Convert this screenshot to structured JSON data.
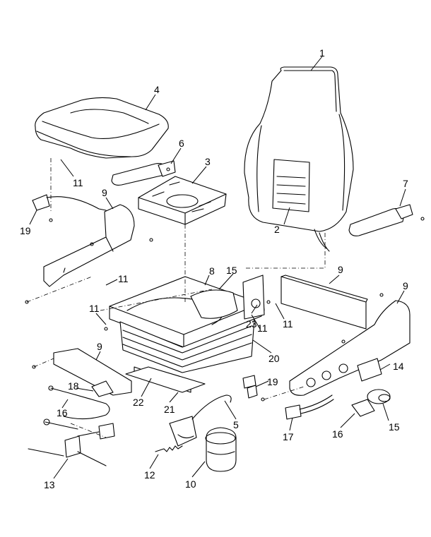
{
  "callouts": [
    {
      "id": "c1",
      "text": "1"
    },
    {
      "id": "c2",
      "text": "2"
    },
    {
      "id": "c3",
      "text": "3"
    },
    {
      "id": "c4",
      "text": "4"
    },
    {
      "id": "c5",
      "text": "5"
    },
    {
      "id": "c6",
      "text": "6"
    },
    {
      "id": "c7",
      "text": "7"
    },
    {
      "id": "c8",
      "text": "8"
    },
    {
      "id": "c9a",
      "text": "9"
    },
    {
      "id": "c9b",
      "text": "9"
    },
    {
      "id": "c9c",
      "text": "9"
    },
    {
      "id": "c9d",
      "text": "9"
    },
    {
      "id": "c10",
      "text": "10"
    },
    {
      "id": "c11a",
      "text": "11"
    },
    {
      "id": "c11b",
      "text": "11"
    },
    {
      "id": "c11c",
      "text": "11"
    },
    {
      "id": "c11d",
      "text": "11"
    },
    {
      "id": "c11e",
      "text": "11"
    },
    {
      "id": "c12",
      "text": "12"
    },
    {
      "id": "c13",
      "text": "13"
    },
    {
      "id": "c14",
      "text": "14"
    },
    {
      "id": "c15a",
      "text": "15"
    },
    {
      "id": "c15b",
      "text": "15"
    },
    {
      "id": "c16a",
      "text": "16"
    },
    {
      "id": "c16b",
      "text": "16"
    },
    {
      "id": "c17",
      "text": "17"
    },
    {
      "id": "c18",
      "text": "18"
    },
    {
      "id": "c19a",
      "text": "19"
    },
    {
      "id": "c19b",
      "text": "19"
    },
    {
      "id": "c20",
      "text": "20"
    },
    {
      "id": "c21",
      "text": "21"
    },
    {
      "id": "c22",
      "text": "22"
    },
    {
      "id": "c23",
      "text": "23"
    }
  ]
}
